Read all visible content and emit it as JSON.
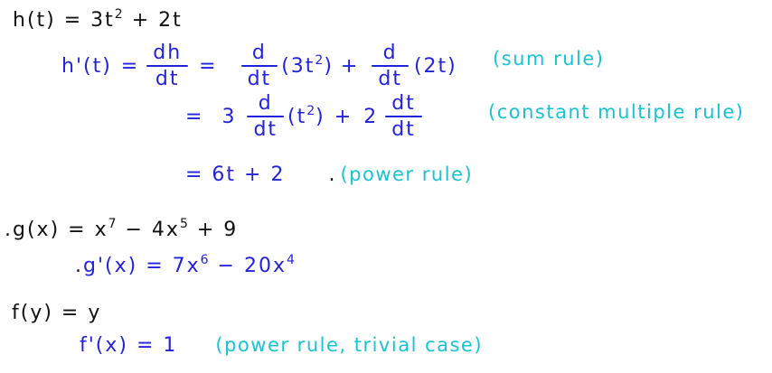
{
  "colors": {
    "background": "#ffffff",
    "ink": "#111111",
    "blue": "#2222dd",
    "teal": "#17c3d6"
  },
  "lines": {
    "h_def": {
      "pre": "h(t) = 3t",
      "sup": "2",
      "post": " + 2t"
    },
    "h_deriv": {
      "lhs": "h'(t)",
      "eq1": "=",
      "frac_dh": {
        "num": "dh",
        "den": "dt"
      },
      "eq2": "=",
      "frac_d1": {
        "num": "d",
        "den": "dt"
      },
      "arg1_pre": "(3t",
      "arg1_sup": "2",
      "arg1_post": ")",
      "plus": "+",
      "frac_d2": {
        "num": "d",
        "den": "dt"
      },
      "arg2": "(2t)",
      "note": "(sum rule)"
    },
    "h_step2": {
      "eq": "=",
      "coef1": "3",
      "frac_d": {
        "num": "d",
        "den": "dt"
      },
      "arg_pre": "(t",
      "arg_sup": "2",
      "arg_post": ")",
      "plus": "+",
      "coef2": "2",
      "frac_dt": {
        "num": "dt",
        "den": "dt"
      },
      "note": "(constant multiple rule)"
    },
    "h_step3": {
      "eq": "= 6t + 2",
      "mark": ".",
      "note": "(power rule)"
    },
    "g_def": {
      "mark": ".",
      "pre": "g(x) = x",
      "sup1": "7",
      "mid": " − 4x",
      "sup2": "5",
      "post": " + 9"
    },
    "g_deriv": {
      "mark": ".",
      "pre": "g'(x) = 7x",
      "sup1": "6",
      "mid": " − 20x",
      "sup2": "4"
    },
    "f_def": {
      "text": "f(y) = y"
    },
    "f_deriv": {
      "lhs": "f'(x) = 1",
      "note": "(power rule, trivial case)"
    }
  }
}
